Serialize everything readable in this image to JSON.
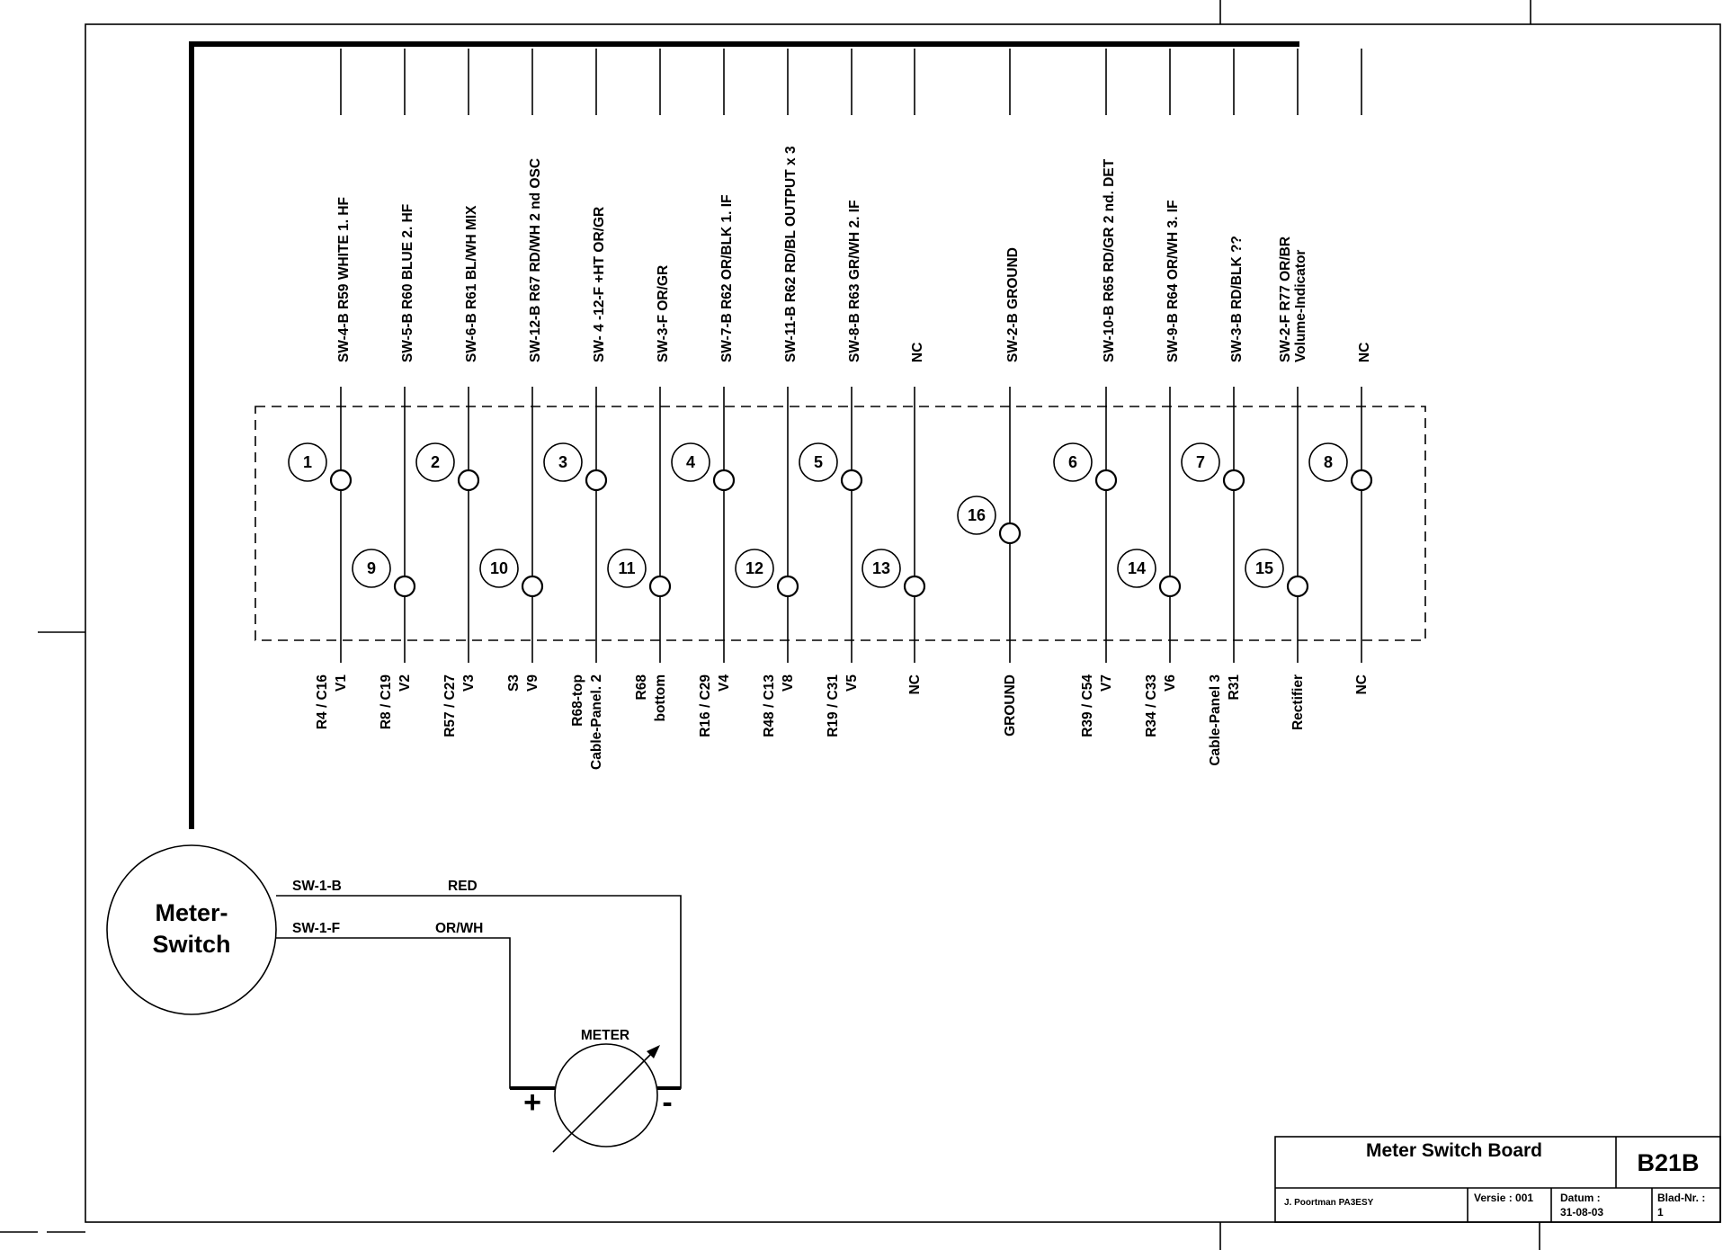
{
  "switch_board": {
    "pins": [
      {
        "top": [
          "SW-4-B  R59  WHITE  1. HF"
        ],
        "bottom": [
          "R4 / C16",
          "V1"
        ],
        "number": "1"
      },
      {
        "top": [
          "SW-5-B  R60   BLUE  2. HF"
        ],
        "bottom": [
          "R8 / C19",
          "V2"
        ],
        "number": "9"
      },
      {
        "top": [
          "SW-6-B  R61  BL/WH  MIX"
        ],
        "bottom": [
          "R57 / C27",
          "V3"
        ],
        "number": "2"
      },
      {
        "top": [
          "SW-12-B  R67  RD/WH  2 nd OSC"
        ],
        "bottom": [
          "S3",
          "V9"
        ],
        "number": "10"
      },
      {
        "top": [
          "SW- 4 -12-F  +HT  OR/GR"
        ],
        "bottom": [
          "R68-top",
          "Cable-Panel. 2"
        ],
        "number": "3"
      },
      {
        "top": [
          "SW-3-F  OR/GR"
        ],
        "bottom": [
          "R68",
          "bottom"
        ],
        "number": "11"
      },
      {
        "top": [
          "SW-7-B  R62  OR/BLK  1. IF"
        ],
        "bottom": [
          "R16 / C29",
          "V4"
        ],
        "number": "4"
      },
      {
        "top": [
          "SW-11-B  R62  RD/BL  OUTPUT x 3"
        ],
        "bottom": [
          "R48 / C13",
          "V8"
        ],
        "number": "12"
      },
      {
        "top": [
          "SW-8-B R63  GR/WH  2. IF"
        ],
        "bottom": [
          "R19 / C31",
          "V5"
        ],
        "number": "5"
      },
      {
        "top": [
          "NC"
        ],
        "bottom": [
          "NC"
        ],
        "number": "13"
      },
      {
        "top": [
          "SW-2-B  GROUND"
        ],
        "bottom": [
          "GROUND"
        ],
        "number": "16"
      },
      {
        "top": [
          "SW-10-B  R65  RD/GR  2 nd. DET"
        ],
        "bottom": [
          "R39 / C54",
          "V7"
        ],
        "number": "6"
      },
      {
        "top": [
          "SW-9-B  R64  OR/WH  3. IF"
        ],
        "bottom": [
          "R34 / C33",
          "V6"
        ],
        "number": "14"
      },
      {
        "top": [
          "SW-3-B  RD/BLK  ??"
        ],
        "bottom": [
          "Cable-Panel 3",
          "R31"
        ],
        "number": "7"
      },
      {
        "top": [
          "SW-2-F  R77  OR/BR",
          "Volume-Indicator"
        ],
        "bottom": [
          "Rectifier"
        ],
        "number": "15"
      },
      {
        "top": [
          "NC"
        ],
        "bottom": [
          "NC"
        ],
        "number": "8"
      }
    ]
  },
  "meter_switch": {
    "label_line1": "Meter-",
    "label_line2": "Switch"
  },
  "wires": {
    "sw1b": "SW-1-B",
    "sw1b_color": "RED",
    "sw1f": "SW-1-F",
    "sw1f_color": "OR/WH"
  },
  "meter": {
    "label": "METER",
    "plus": "+",
    "minus": "-"
  },
  "title_block": {
    "title": "Meter Switch Board",
    "code": "B21B",
    "author": "J. Poortman   PA3ESY",
    "version": "Versie : 001",
    "date_label": "Datum :",
    "date": "31-08-03",
    "sheet_label": "Blad-Nr. :",
    "sheet": "1"
  }
}
